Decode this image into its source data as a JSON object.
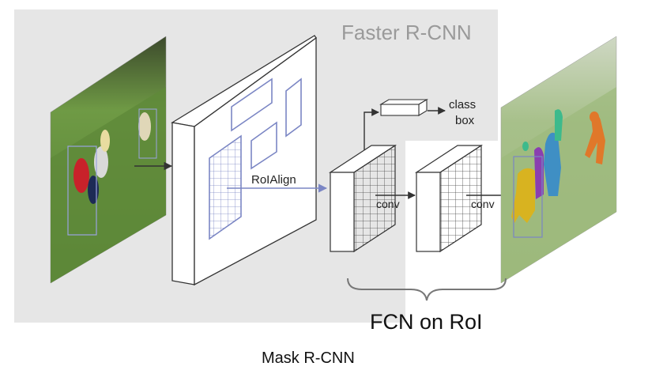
{
  "diagram": {
    "region_label": "Faster R-CNN",
    "roi_label": "RoIAlign",
    "head_outputs": {
      "line1": "class",
      "line2": "box"
    },
    "conv_label_1": "conv",
    "conv_label_2": "conv",
    "fcn_label": "FCN on RoI",
    "caption": "Mask R-CNN"
  },
  "colors": {
    "region_bg": "#e6e6e6",
    "region_text": "#9a9a9a",
    "roi_blue": "#7b86c4",
    "line": "#333333",
    "grass": "#5f8a3a"
  }
}
